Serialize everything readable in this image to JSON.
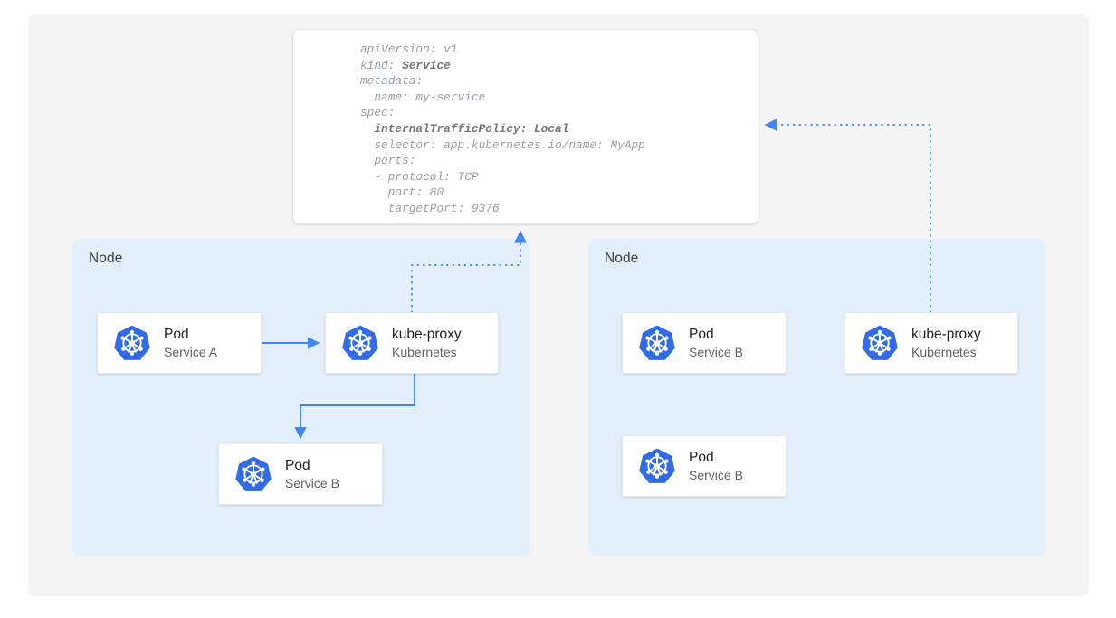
{
  "colors": {
    "canvas_bg": "#f4f4f4",
    "node_bg": "#e3f0fc",
    "accent_blue": "#4285f4",
    "card_bg": "#ffffff",
    "yaml_text": "#9aa0a6",
    "yaml_text_bold": "#70757a",
    "title_text": "#202124",
    "sub_text": "#5f6368",
    "node_label_text": "#3c4043",
    "k8s_logo_blue": "#326ce5"
  },
  "yaml_card": {
    "name": "service-manifest",
    "lines": [
      {
        "text": "apiVersion: v1",
        "bold": false
      },
      {
        "prefix": "kind: ",
        "emphasis": "Service",
        "bold_segment": true
      },
      {
        "text": "metadata:",
        "bold": false
      },
      {
        "text": "  name: my-service",
        "bold": false
      },
      {
        "text": "spec:",
        "bold": false
      },
      {
        "text": "  internalTrafficPolicy: Local",
        "bold": true
      },
      {
        "text": "  selector: app.kubernetes.io/name: MyApp",
        "bold": false
      },
      {
        "text": "  ports:",
        "bold": false
      },
      {
        "text": "  - protocol: TCP",
        "bold": false
      },
      {
        "text": "    port: 80",
        "bold": false
      },
      {
        "text": "    targetPort: 9376",
        "bold": false
      }
    ]
  },
  "nodes": [
    {
      "label": "Node",
      "cards": [
        {
          "title": "Pod",
          "subtitle": "Service A",
          "icon": "kubernetes-logo-icon"
        },
        {
          "title": "kube-proxy",
          "subtitle": "Kubernetes",
          "icon": "kubernetes-logo-icon"
        },
        {
          "title": "Pod",
          "subtitle": "Service B",
          "icon": "kubernetes-logo-icon"
        }
      ]
    },
    {
      "label": "Node",
      "cards": [
        {
          "title": "Pod",
          "subtitle": "Service B",
          "icon": "kubernetes-logo-icon"
        },
        {
          "title": "kube-proxy",
          "subtitle": "Kubernetes",
          "icon": "kubernetes-logo-icon"
        },
        {
          "title": "Pod",
          "subtitle": "Service B",
          "icon": "kubernetes-logo-icon"
        }
      ]
    }
  ],
  "connectors": [
    {
      "name": "pod-a-to-kube-proxy-a",
      "style": "solid",
      "arrow": "end"
    },
    {
      "name": "kube-proxy-a-to-pod-b-local",
      "style": "solid",
      "arrow": "end"
    },
    {
      "name": "kube-proxy-a-to-service-manifest",
      "style": "dotted",
      "arrow": "end"
    },
    {
      "name": "kube-proxy-b-to-service-manifest",
      "style": "dotted",
      "arrow": "end"
    }
  ]
}
